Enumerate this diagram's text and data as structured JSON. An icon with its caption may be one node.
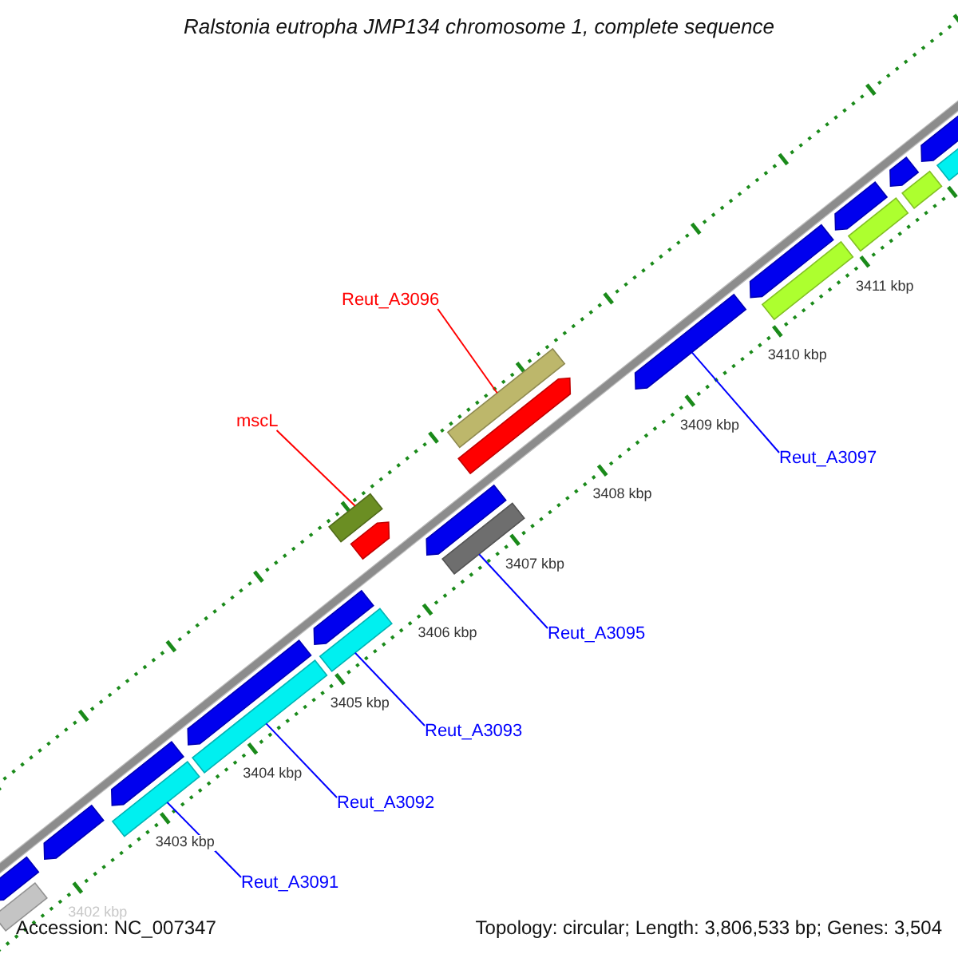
{
  "diagram": {
    "title": "Ralstonia eutropha JMP134 chromosome 1, complete sequence",
    "nodes": [
      {
        "text": [
          "Reut_A3096"
        ]
      },
      {
        "text": [
          "mscL"
        ]
      },
      {
        "text": [
          "Reut_A3097"
        ]
      },
      {
        "text": [
          "Reut_A3095"
        ]
      },
      {
        "text": [
          "Reut_A3093"
        ]
      },
      {
        "text": [
          "Reut_A3092"
        ]
      },
      {
        "text": [
          "Reut_A3091"
        ]
      },
      {
        "text": [],
        "shape": "bar"
      },
      {
        "text": [],
        "shape": "bar"
      },
      {
        "text": [],
        "shape": "bar"
      },
      {
        "text": [],
        "shape": "bar"
      },
      {
        "text": [],
        "shape": "bar"
      },
      {
        "text": [],
        "shape": "bar"
      },
      {
        "text": [],
        "shape": "bar"
      },
      {
        "text": [],
        "shape": "bar"
      },
      {
        "text": [],
        "shape": "bar"
      },
      {
        "text": [],
        "shape": "bar"
      },
      {
        "text": [],
        "shape": "bar"
      },
      {
        "text": [],
        "shape": "bar"
      },
      {
        "text": [],
        "shape": "bar"
      },
      {
        "text": [],
        "shape": "bar"
      },
      {
        "text": [],
        "shape": "bar"
      },
      {
        "text": [],
        "shape": "bar"
      },
      {
        "text": [],
        "shape": "bar"
      },
      {
        "text": [],
        "shape": "bar"
      },
      {
        "text": [],
        "shape": "bar"
      },
      {
        "text": [],
        "shape": "bar"
      },
      {
        "text": [],
        "shape": "bar"
      },
      {
        "text": [],
        "shape": "bar"
      },
      {
        "text": [],
        "shape": "bar"
      },
      {
        "text": [],
        "shape": "bar"
      }
    ],
    "edges": [
      {
        "from": 0,
        "to": 21,
        "arrow": "none",
        "color": "#ff0000"
      },
      {
        "from": 1,
        "to": 16,
        "arrow": "none",
        "color": "#ff0000"
      },
      {
        "from": 2,
        "to": 22,
        "arrow": "none"
      },
      {
        "from": 3,
        "to": 19,
        "arrow": "none"
      },
      {
        "from": 4,
        "to": 14,
        "arrow": "none"
      },
      {
        "from": 5,
        "to": 12,
        "arrow": "none"
      },
      {
        "from": 6,
        "to": 10,
        "arrow": "none"
      }
    ],
    "labels": [
      "3411 kbp",
      "3410 kbp",
      "3409 kbp",
      "3408 kbp",
      "3407 kbp",
      "3406 kbp",
      "3405 kbp",
      "3404 kbp",
      "3403 kbp",
      "3402 kbp",
      "Accession: NC_007347",
      "Topology: circular; Length: 3,806,533 bp; Genes: 3,504"
    ]
  }
}
